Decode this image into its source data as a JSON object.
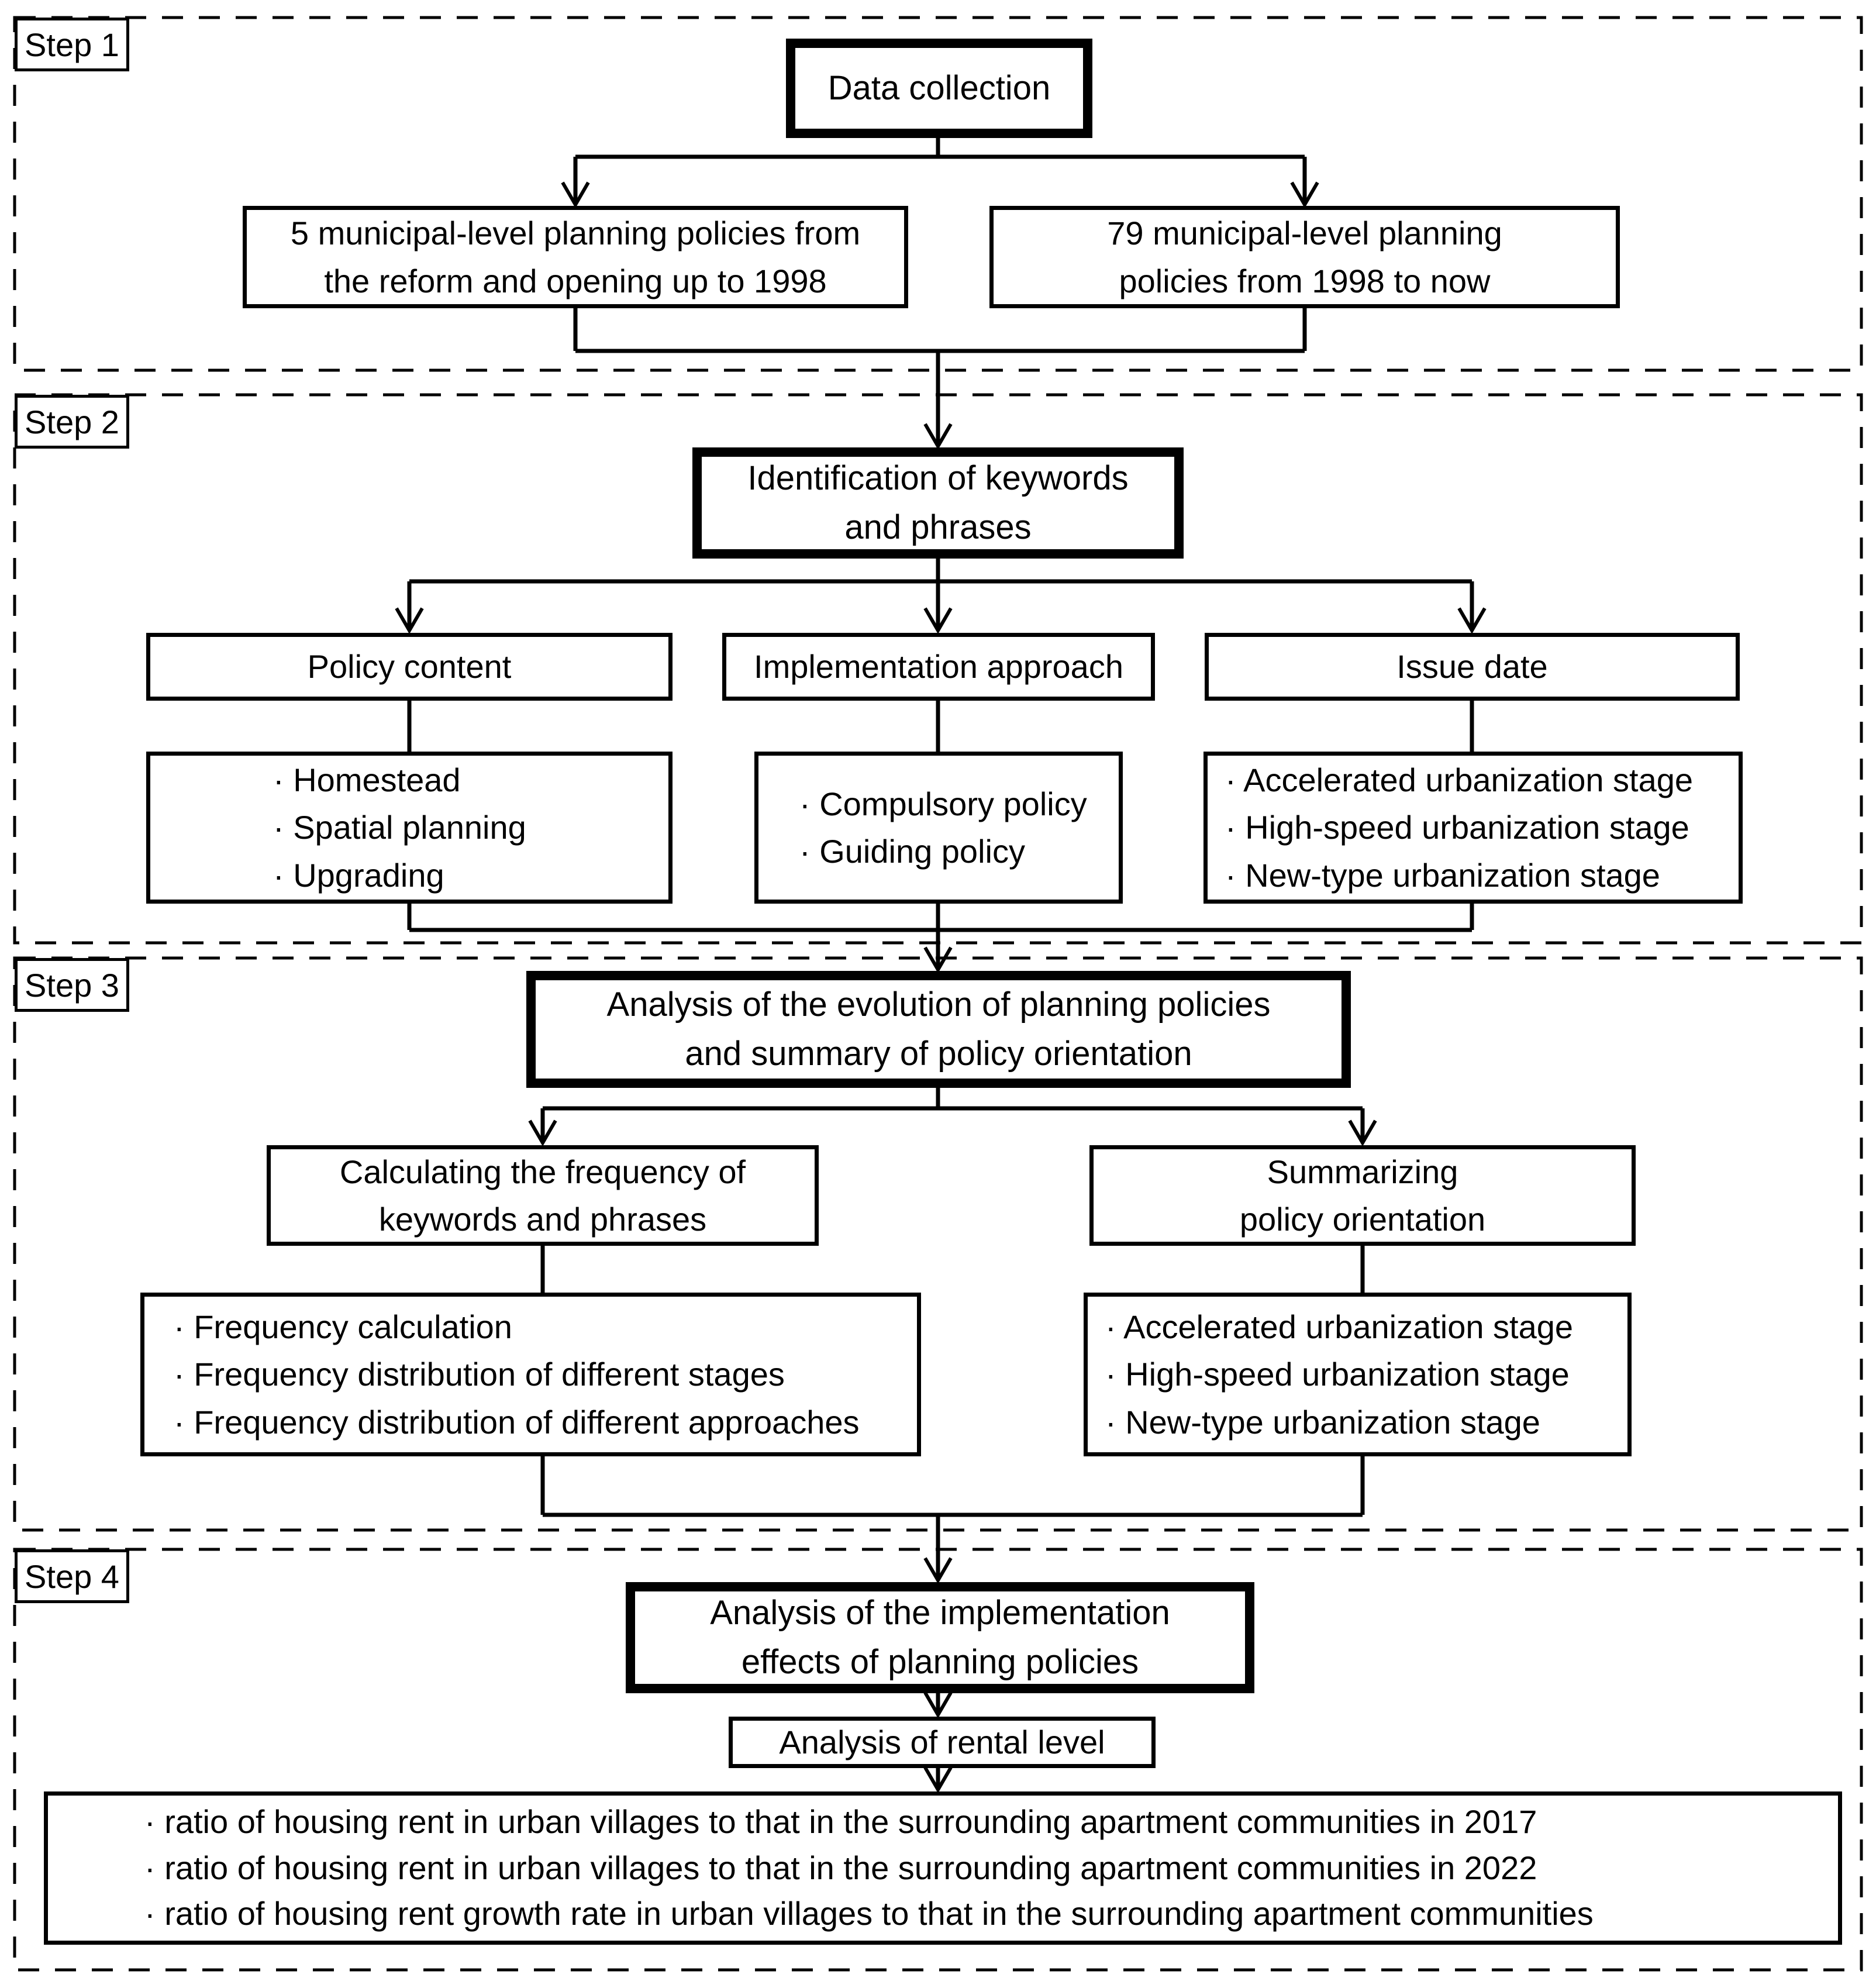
{
  "colors": {
    "ink": "#000000",
    "background": "#ffffff"
  },
  "step1": {
    "label": "Step 1",
    "title": "Data collection",
    "left_box": "5 municipal-level planning policies from\nthe reform and opening up to 1998",
    "right_box": "79 municipal-level planning\npolicies from 1998 to now"
  },
  "step2": {
    "label": "Step 2",
    "title": "Identification of keywords\nand phrases",
    "headers": [
      "Policy content",
      "Implementation approach",
      "Issue date"
    ],
    "policy_content_items": "· Homestead\n· Spatial planning\n· Upgrading",
    "implementation_items": "· Compulsory policy\n· Guiding policy",
    "issue_date_items": "· Accelerated urbanization stage\n· High-speed urbanization stage\n· New-type urbanization stage"
  },
  "step3": {
    "label": "Step 3",
    "title": "Analysis of the evolution of planning policies\nand summary of policy orientation",
    "left_mid": "Calculating the frequency of\nkeywords and phrases",
    "right_mid": "Summarizing\npolicy orientation",
    "left_items": "· Frequency calculation\n· Frequency distribution of different stages\n· Frequency distribution of different approaches",
    "right_items": "· Accelerated urbanization stage\n· High-speed urbanization stage\n· New-type urbanization stage"
  },
  "step4": {
    "label": "Step 4",
    "title": "Analysis of the implementation\neffects of planning policies",
    "rental": "Analysis of rental level",
    "items": "· ratio of housing rent in urban villages to that in the surrounding apartment communities in 2017\n· ratio of housing rent in urban villages to that in the surrounding apartment communities in 2022\n· ratio of housing rent growth rate in urban villages to that in the surrounding apartment communities"
  }
}
